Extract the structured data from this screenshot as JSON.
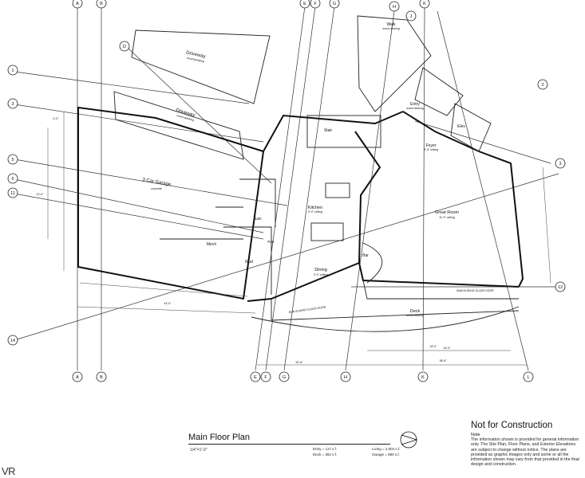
{
  "title_block": {
    "title": "Main Floor Plan",
    "scale": "1/4\"=1'-0\"",
    "areas": [
      {
        "label": "Entry",
        "value": "117 s.f."
      },
      {
        "label": "Living",
        "value": "2,004 s.f."
      },
      {
        "label": "Deck",
        "value": "362 s.f."
      },
      {
        "label": "Garage",
        "value": "850 s.f."
      }
    ]
  },
  "disclaimer": {
    "heading": "Not for Construction",
    "note_label": "Note",
    "note_text": "The information shown is provided for general information only. The Site Plan, Floor Plans, and Exterior Elevations are subject to change without notice. The plans are provided as graphic images only and some or all the information shown may vary from that provided in the final design and construction."
  },
  "brand": "VR",
  "grid_markers": {
    "top": [
      "A",
      "B",
      "E",
      "F",
      "G",
      "H",
      "K"
    ],
    "bottom": [
      "A",
      "B",
      "E",
      "F",
      "G",
      "H",
      "K",
      "L"
    ],
    "left": [
      "1",
      "3",
      "5",
      "6",
      "11",
      "14"
    ],
    "right": [
      "2",
      "3",
      "12"
    ],
    "angled": [
      "D",
      "J"
    ]
  },
  "rooms": [
    {
      "name": "Driveway",
      "sub": "wood planking"
    },
    {
      "name": "Driveway",
      "sub": "wood planking"
    },
    {
      "name": "3 Car Garage",
      "sub": "concrete"
    },
    {
      "name": "Stair",
      "sub": ""
    },
    {
      "name": "Entry",
      "sub": "wood decking"
    },
    {
      "name": "Foyer",
      "sub": "9'-0\" ceiling"
    },
    {
      "name": "Elev",
      "sub": ""
    },
    {
      "name": "Kitchen",
      "sub": "9'-0\" ceiling"
    },
    {
      "name": "Great Room",
      "sub": "11'-0\" ceiling"
    },
    {
      "name": "Dining",
      "sub": "9'-0\" ceiling"
    },
    {
      "name": "Bar",
      "sub": ""
    },
    {
      "name": "Deck",
      "sub": "wood decking"
    },
    {
      "name": "Mech",
      "sub": ""
    },
    {
      "name": "Mud",
      "sub": ""
    },
    {
      "name": "Pan.",
      "sub": ""
    },
    {
      "name": "Bath",
      "sub": ""
    },
    {
      "name": "Walk",
      "sub": "wood decking"
    }
  ],
  "door_note": "Multi-SLIDING GLASS DOOR",
  "dimensions": [
    "4'-0\"",
    "21'-0\"",
    "24'-0\"",
    "34'-0\"",
    "38'-6\"",
    "44'-0\"",
    "52'-6\""
  ]
}
